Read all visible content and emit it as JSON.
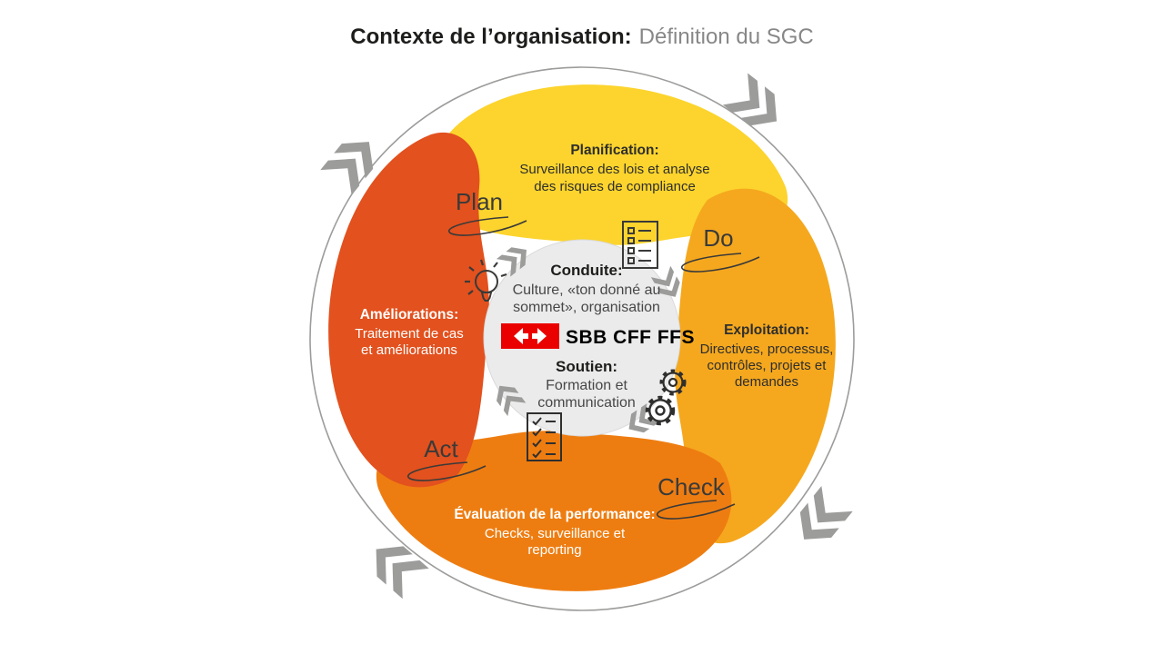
{
  "title": {
    "bold": "Contexte de l’organisation:",
    "gray": "Définition du SGC"
  },
  "cycle": {
    "steps": {
      "plan": "Plan",
      "do": "Do",
      "check": "Check",
      "act": "Act"
    }
  },
  "petals": {
    "plan": {
      "heading": "Planification:",
      "lines": [
        "Surveillance des lois et analyse",
        "des risques de compliance"
      ],
      "color": "#fcd42d"
    },
    "do": {
      "heading": "Exploitation:",
      "lines": [
        "Directives, processus,",
        "contrôles, projets et",
        "demandes"
      ],
      "color": "#f5a81e"
    },
    "check": {
      "heading": "Évaluation de la performance:",
      "lines": [
        "Checks, surveillance et",
        "reporting"
      ],
      "color": "#ee7d11"
    },
    "act": {
      "heading": "Améliorations:",
      "lines": [
        "Traitement de cas",
        "et améliorations"
      ],
      "color": "#e2511e"
    }
  },
  "center": {
    "conduite": {
      "heading": "Conduite:",
      "lines": [
        "Culture, «ton donné au",
        "sommet», organisation"
      ]
    },
    "logo_text": "SBB CFF FFS",
    "soutien": {
      "heading": "Soutien:",
      "lines": [
        "Formation et",
        "communication"
      ]
    }
  },
  "icons": {
    "planning": "checklist-icon",
    "leadership": "lightbulb-icon",
    "operation": "gears-icon",
    "evaluation": "checked-list-icon",
    "logo_mark": "sbb-double-arrow-icon",
    "rotation": "chevron-arrows-icon"
  },
  "colors": {
    "sbb_red": "#eb0000",
    "arrow_gray": "#9c9c9b",
    "center_circle": "#ebebeb",
    "title_gray": "#878787"
  }
}
